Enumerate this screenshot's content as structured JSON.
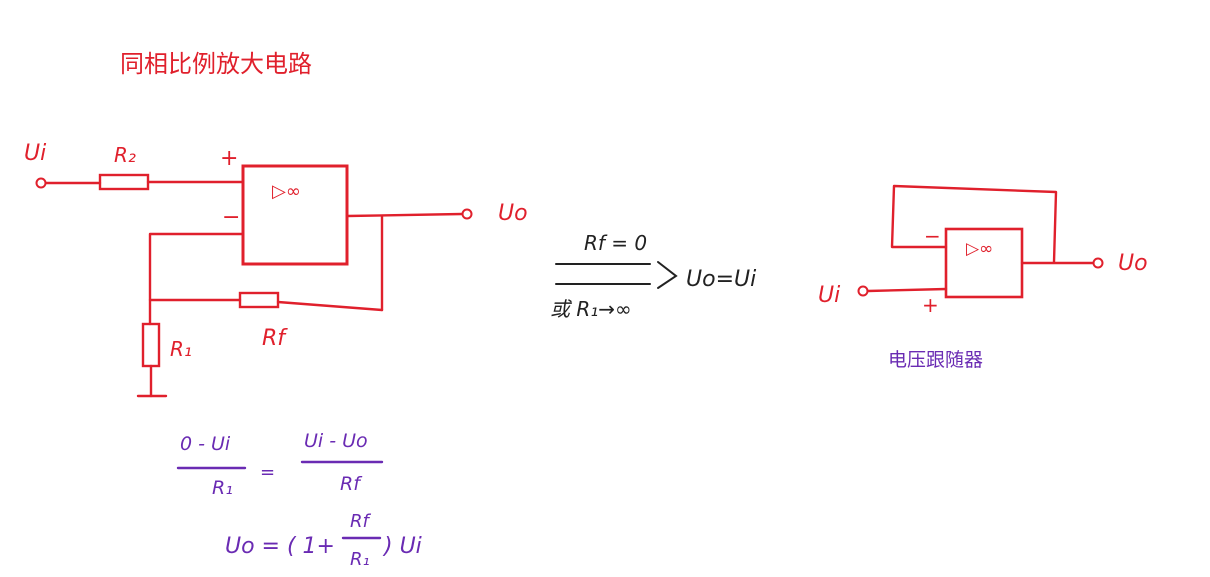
{
  "left_circuit": {
    "title": "同相比例放大电路",
    "input_label": "Ui",
    "output_label": "Uo",
    "r2_label": "R₂",
    "r1_label": "R₁",
    "rf_label": "Rf",
    "plus_sign": "+",
    "minus_sign": "−",
    "opamp_symbol": "▷∞"
  },
  "equations": {
    "eq1_left_num": "0 - Ui",
    "eq1_left_den": "R₁",
    "eq1_equals": "=",
    "eq1_right_num": "Ui - Uo",
    "eq1_right_den": "Rf",
    "eq2_prefix": "Uo = ( 1+",
    "eq2_frac_num": "Rf",
    "eq2_frac_den": "R₁",
    "eq2_suffix": ") Ui"
  },
  "condition": {
    "top": "Rf = 0",
    "bottom": "或 R₁→∞",
    "result": "Uo=Ui"
  },
  "right_circuit": {
    "input_label": "Ui",
    "output_label": "Uo",
    "minus_sign": "−",
    "plus_sign": "+",
    "opamp_symbol": "▷∞",
    "caption": "电压跟随器"
  }
}
